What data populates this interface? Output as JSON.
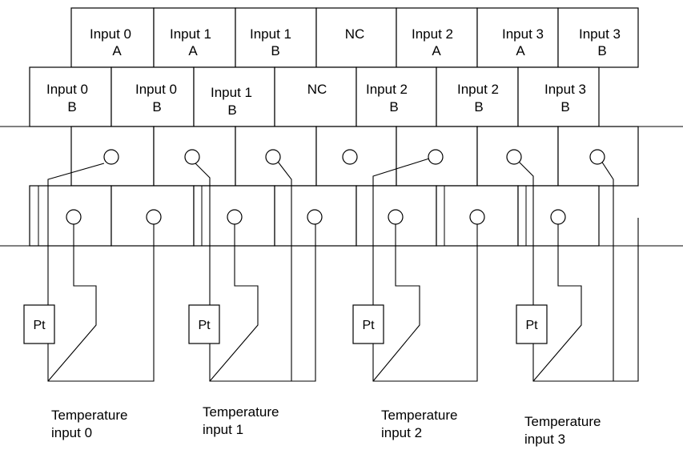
{
  "top_row_labels": [
    [
      "Input 0",
      "A"
    ],
    [
      "Input 1",
      "A"
    ],
    [
      "Input 1",
      "B"
    ],
    [
      "NC",
      ""
    ],
    [
      "Input 2",
      "A"
    ],
    [
      "Input 3",
      "A"
    ],
    [
      "Input 3",
      "B"
    ]
  ],
  "bottom_row_labels": [
    [
      "Input 0",
      "B"
    ],
    [
      "Input 0",
      "B"
    ],
    [
      "Input 1",
      "B"
    ],
    [
      "NC",
      ""
    ],
    [
      "Input 2",
      "B"
    ],
    [
      "Input 2",
      "B"
    ],
    [
      "Input 3",
      "B"
    ]
  ],
  "sensor_label": "Pt",
  "temperature_inputs": [
    [
      "Temperature",
      "input 0"
    ],
    [
      "Temperature",
      "input 1"
    ],
    [
      "Temperature",
      "input 2"
    ],
    [
      "Temperature",
      "input 3"
    ]
  ]
}
